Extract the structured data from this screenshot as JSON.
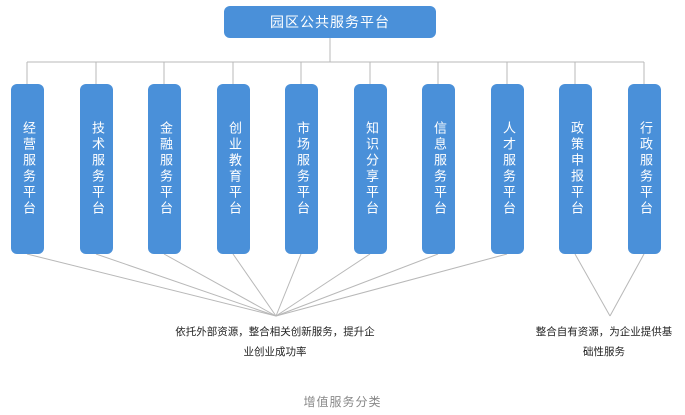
{
  "root": {
    "label": "园区公共服务平台"
  },
  "services": [
    {
      "id": "jingying",
      "label": "经营服务平台"
    },
    {
      "id": "jishu",
      "label": "技术服务平台"
    },
    {
      "id": "jinrong",
      "label": "金融服务平台"
    },
    {
      "id": "chuangye",
      "label": "创业教育平台"
    },
    {
      "id": "shichang",
      "label": "市场服务平台"
    },
    {
      "id": "zhishi",
      "label": "知识分享平台"
    },
    {
      "id": "xinxi",
      "label": "信息服务平台"
    },
    {
      "id": "rencai",
      "label": "人才服务平台"
    },
    {
      "id": "zhengce",
      "label": "政策申报平台"
    },
    {
      "id": "xingzheng",
      "label": "行政服务平台"
    }
  ],
  "group_left": {
    "line1": "依托外部资源，整合相关创新服务，提升企",
    "line2": "业创业成功率"
  },
  "group_right": {
    "line1": "整合自有资源，为企业提供基",
    "line2": "础性服务"
  },
  "footer": {
    "caption": "增值服务分类"
  },
  "colors": {
    "box": "#4a90d9",
    "line": "#b8b8b8"
  }
}
